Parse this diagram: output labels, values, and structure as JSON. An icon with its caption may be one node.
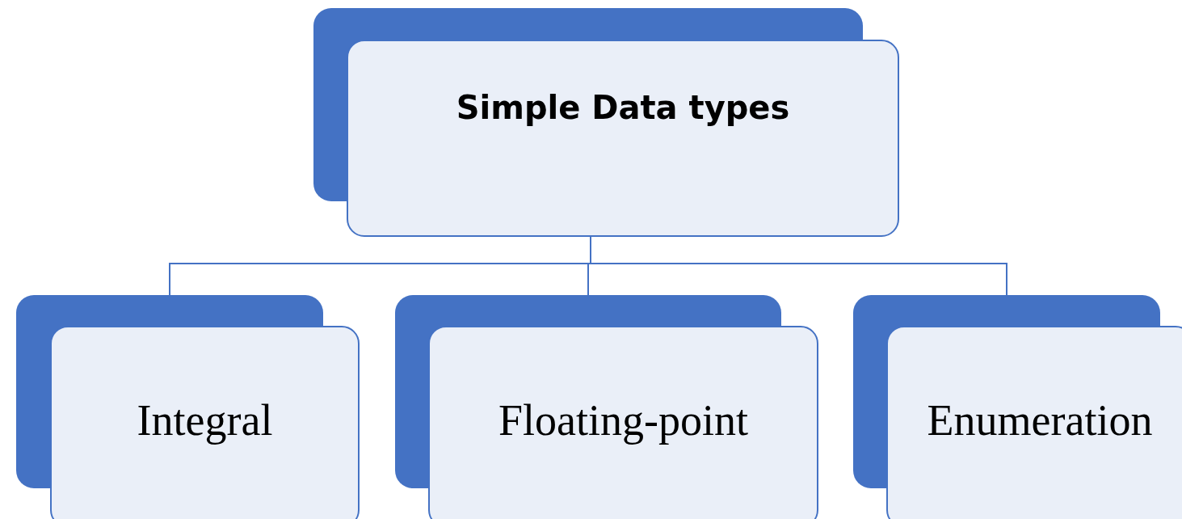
{
  "diagram": {
    "nodes": [
      {
        "text": [
          "Simple Data types"
        ]
      },
      {
        "text": [
          "Integral"
        ]
      },
      {
        "text": [
          "Floating-point"
        ]
      },
      {
        "text": [
          "Enumeration"
        ]
      }
    ],
    "edges": [
      {
        "from": 0,
        "to": 1,
        "arrow": "none"
      },
      {
        "from": 0,
        "to": 2,
        "arrow": "none"
      },
      {
        "from": 0,
        "to": 3,
        "arrow": "none"
      }
    ]
  }
}
